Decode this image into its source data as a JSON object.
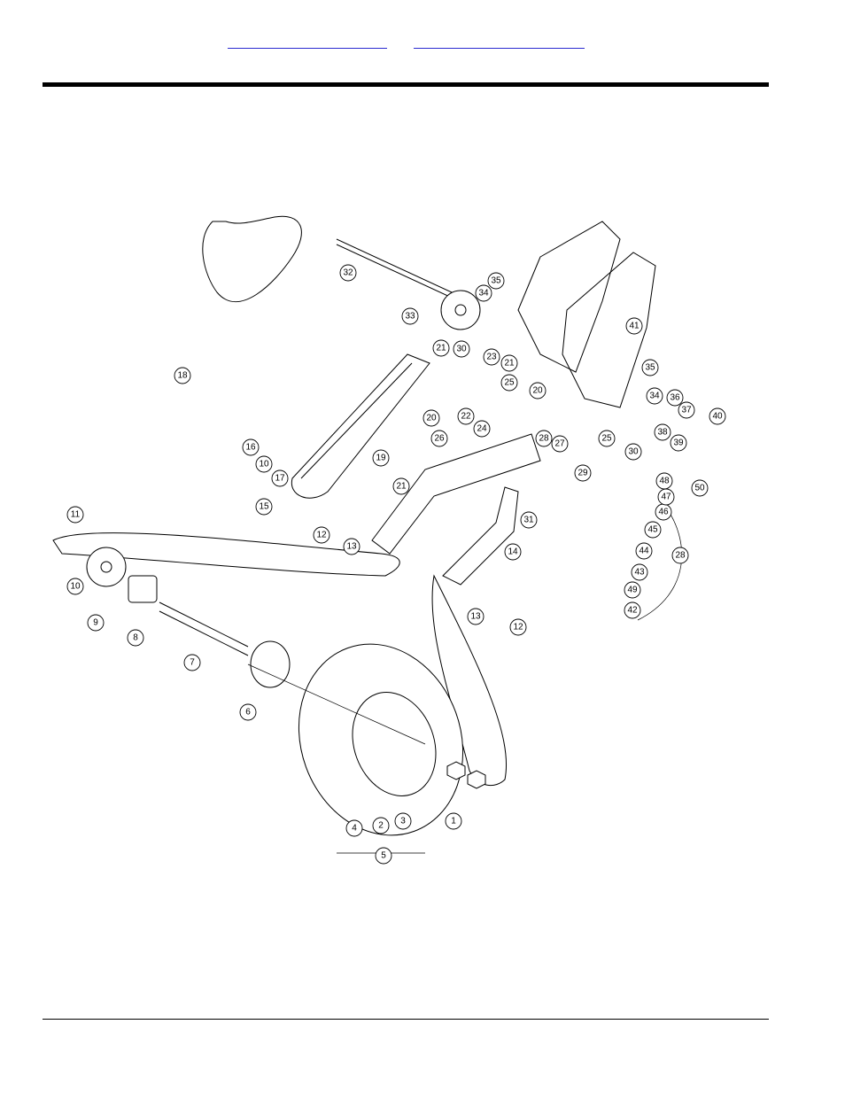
{
  "header": {
    "links": [
      "",
      ""
    ]
  },
  "diagram": {
    "callouts": [
      "1",
      "2",
      "3",
      "4",
      "5",
      "6",
      "7",
      "8",
      "9",
      "10",
      "10",
      "11",
      "12",
      "12",
      "13",
      "13",
      "14",
      "15",
      "16",
      "17",
      "18",
      "19",
      "20",
      "20",
      "21",
      "21",
      "21",
      "22",
      "23",
      "24",
      "25",
      "25",
      "26",
      "27",
      "28",
      "28",
      "29",
      "30",
      "30",
      "31",
      "32",
      "33",
      "34",
      "34",
      "35",
      "35",
      "36",
      "37",
      "38",
      "39",
      "40",
      "41",
      "42",
      "43",
      "44",
      "45",
      "46",
      "47",
      "48",
      "49",
      "50"
    ]
  }
}
